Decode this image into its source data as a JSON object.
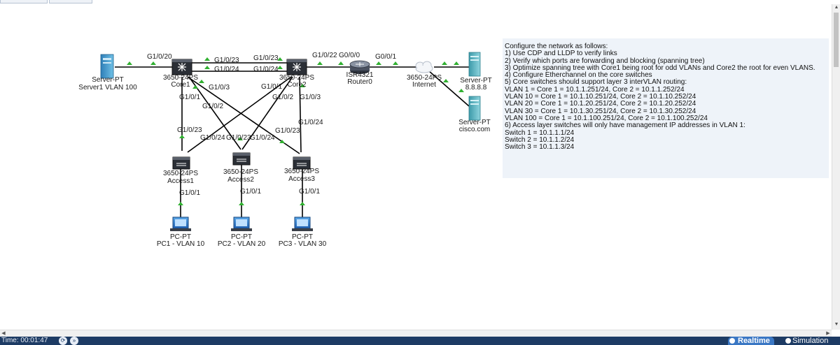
{
  "devices": {
    "server1": {
      "model": "Server-PT",
      "name": "Server1 VLAN 100"
    },
    "core1": {
      "model": "3650-24PS",
      "name": "Core1"
    },
    "core2": {
      "model": "3650-24PS",
      "name": "Core2"
    },
    "router": {
      "model": "ISR4321",
      "name": "Router0"
    },
    "internet": {
      "model": "3650-24PS",
      "name": "Internet"
    },
    "server_dns": {
      "model": "Server-PT",
      "name": "8.8.8.8"
    },
    "server_web": {
      "model": "Server-PT",
      "name": "cisco.com"
    },
    "access1": {
      "model": "3650-24PS",
      "name": "Access1"
    },
    "access2": {
      "model": "3650-24PS",
      "name": "Access2"
    },
    "access3": {
      "model": "3650-24PS",
      "name": "Access3"
    },
    "pc1": {
      "model": "PC-PT",
      "name": "PC1 - VLAN 10"
    },
    "pc2": {
      "model": "PC-PT",
      "name": "PC2 - VLAN 20"
    },
    "pc3": {
      "model": "PC-PT",
      "name": "PC3 - VLAN 30"
    }
  },
  "ports": {
    "srv_core1": "G1/0/20",
    "c1_c2_top_a": "G1/0/23",
    "c1_c2_top_b": "G1/0/23",
    "c1_c2_bot_a": "G1/0/24",
    "c1_c2_bot_b": "G1/0/24",
    "c2_router": "G1/0/22",
    "router_left": "G0/0/0",
    "router_right": "G0/0/1",
    "c1_g101": "G1/0/1",
    "c1_g103": "G1/0/3",
    "c1_g102": "G1/0/2",
    "c2_g101": "G1/0/1",
    "c2_g102": "G1/0/2",
    "c2_g103": "G1/0/3",
    "a1_up": "G1/0/23",
    "a2_up_a": "G1/0/24",
    "a2_up_b": "G1/0/23",
    "a2_up_c": "G1/0/24",
    "a3_up_a": "G1/0/24",
    "a3_up_b": "G1/0/23",
    "a1_down": "G1/0/1",
    "a2_down": "G1/0/1",
    "a3_down": "G1/0/1"
  },
  "notes": [
    "Configure the network as follows:",
    "1) Use CDP and LLDP to verify links",
    "2) Verify which ports are forwarding and blocking (spanning tree)",
    "3) Optimize spanning tree with Core1 being root for odd VLANs and Core2 the root for even VLANS.",
    "4) Configure Etherchannel on the core switches",
    "5) Core switches should support layer 3 interVLAN routing:",
    "VLAN 1 = Core 1 = 10.1.1.251/24, Core 2 = 10.1.1.252/24",
    "VLAN 10 = Core 1 = 10.1.10.251/24, Core 2 = 10.1.10.252/24",
    "VLAN 20 = Core 1 = 10.1.20.251/24, Core 2 = 10.1.20.252/24",
    "VLAN 30 = Core 1 = 10.1.30.251/24, Core 2 = 10.1.30.252/24",
    "VLAN 100 = Core 1 = 10.1.100.251/24, Core 2 = 10.1.100.252/24",
    "6) Access layer switches will only have management IP addresses in VLAN 1:",
    "Switch 1 = 10.1.1.1/24",
    "Switch 2 = 10.1.1.2/24",
    "Switch 3 = 10.1.1.3/24"
  ],
  "statusbar": {
    "time": "Time: 00:01:47",
    "realtime_label": "Realtime",
    "simulation_label": "Simulation"
  },
  "colors": {
    "link": "#000000",
    "link_up": "#31b131",
    "statusbar": "#1d3b64",
    "notes_bg": "#eef3f9",
    "realtime_active": "#3a77c4"
  }
}
